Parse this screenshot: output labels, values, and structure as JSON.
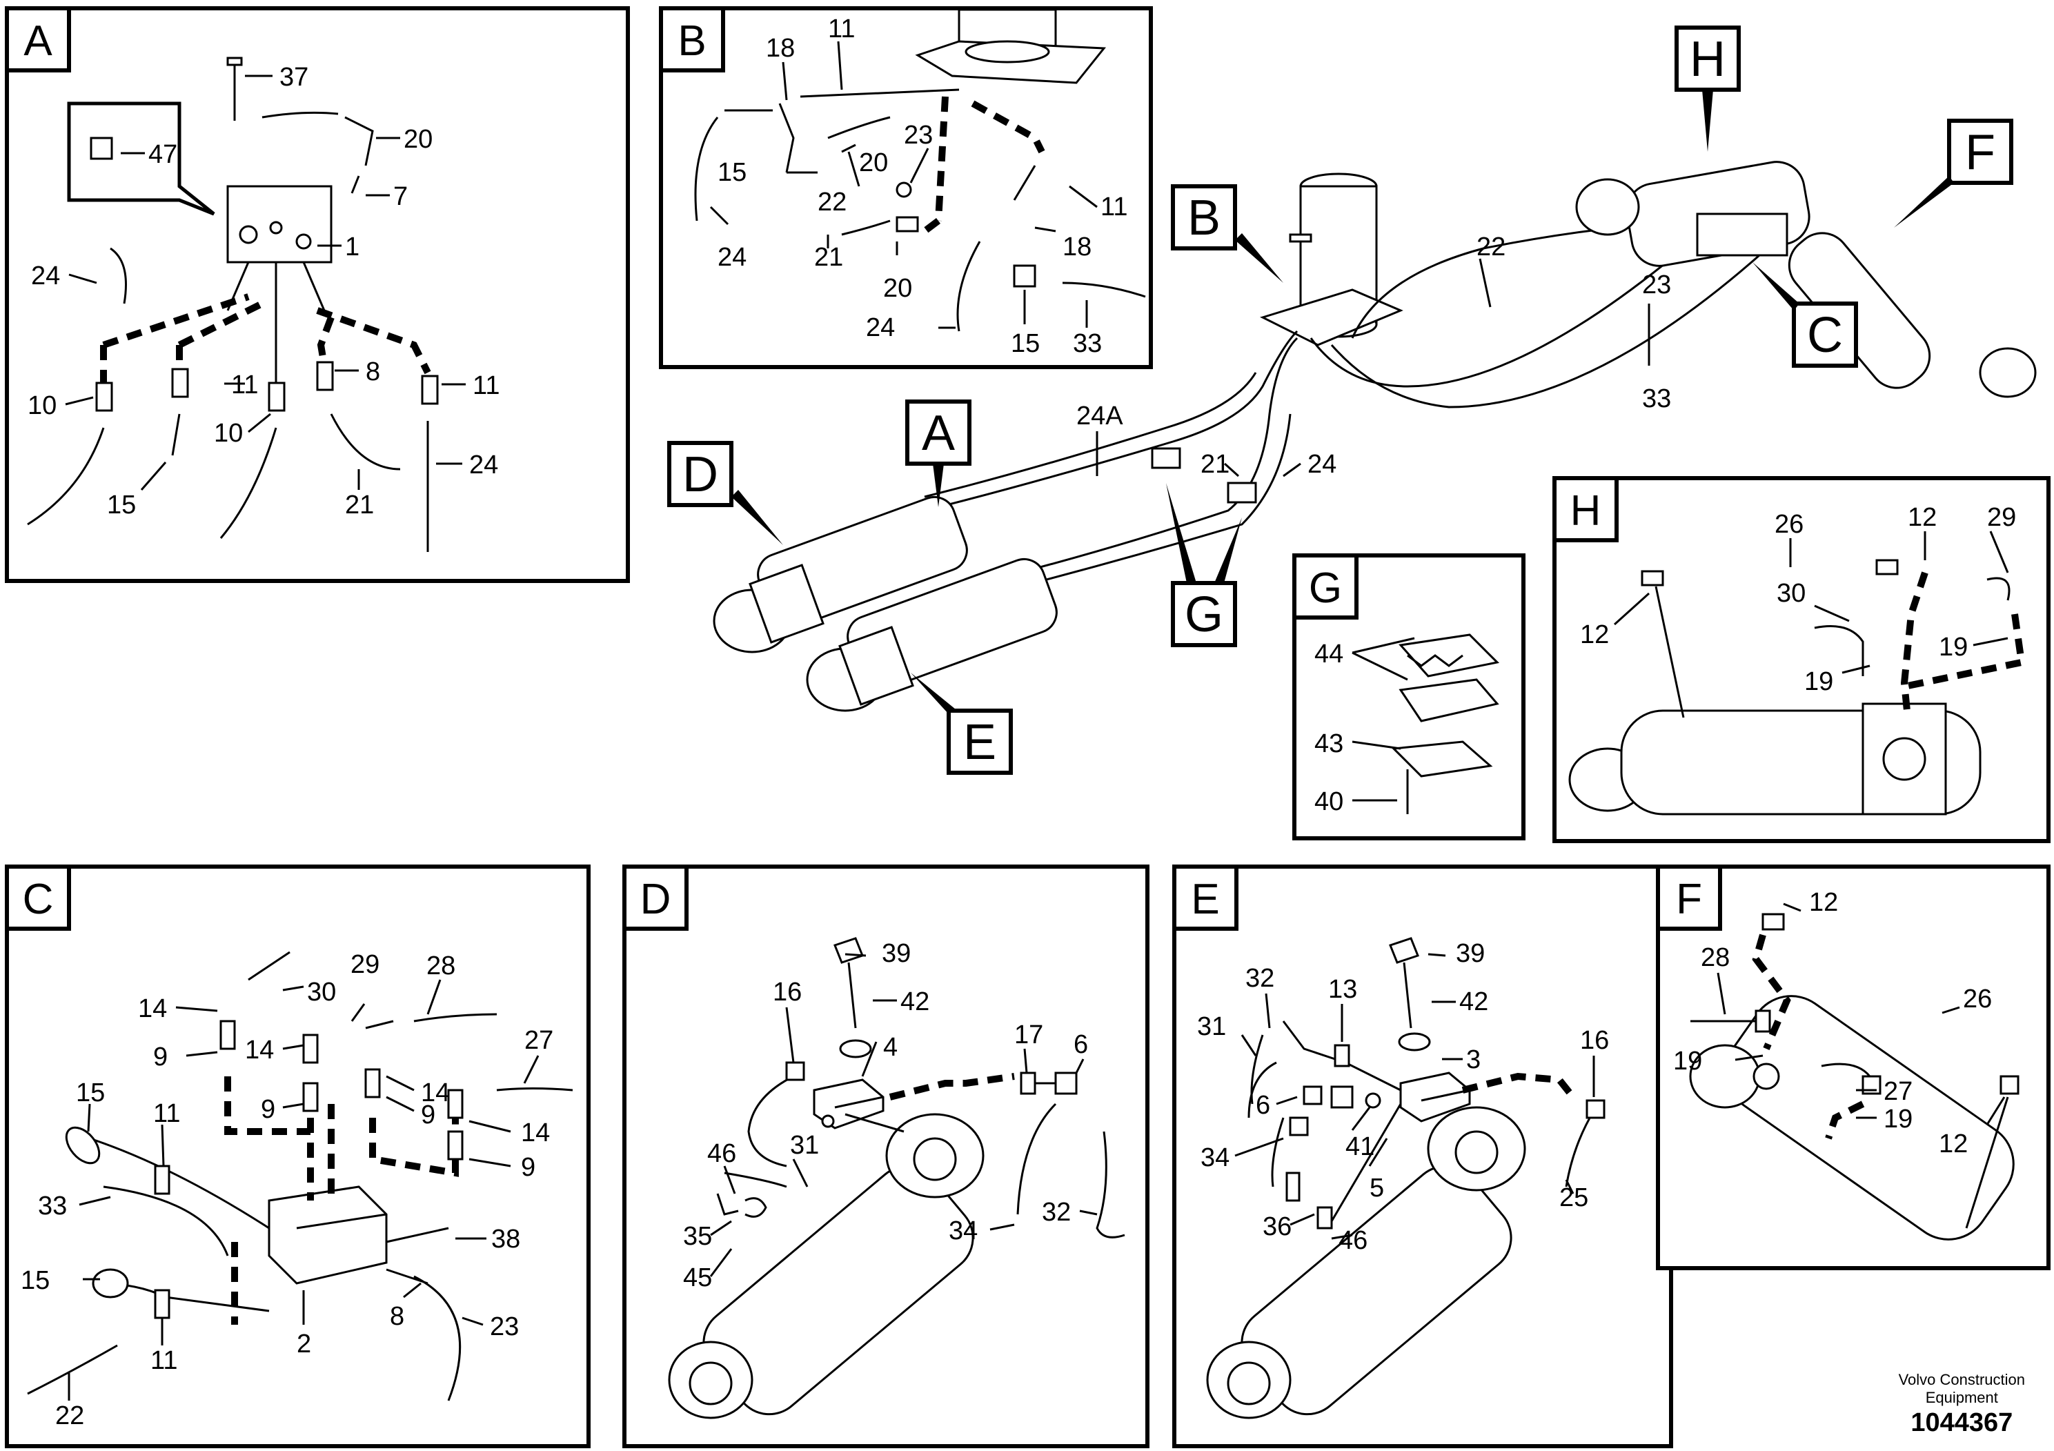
{
  "overview_labels": {
    "c22": "22",
    "c23": "23",
    "c33": "33",
    "c24A": "24A",
    "c21": "21",
    "c24": "24"
  },
  "callouts": {
    "A": "A",
    "B": "B",
    "C": "C",
    "D": "D",
    "E": "E",
    "F": "F",
    "G": "G",
    "H": "H"
  },
  "panel_A": {
    "letter": "A",
    "labels": {
      "l37": "37",
      "l47": "47",
      "l20": "20",
      "l7": "7",
      "l1": "1",
      "l24a": "24",
      "l10a": "10",
      "l11a": "11",
      "l10b": "10",
      "l8": "8",
      "l11b": "11",
      "l15": "15",
      "l21": "21",
      "l24b": "24"
    }
  },
  "panel_B": {
    "letter": "B",
    "labels": {
      "l18a": "18",
      "l11a": "11",
      "l23": "23",
      "l15a": "15",
      "l22": "22",
      "l20a": "20",
      "l11b": "11",
      "l18b": "18",
      "l24a": "24",
      "l21": "21",
      "l20b": "20",
      "l24b": "24",
      "l15b": "15",
      "l33": "33"
    }
  },
  "panel_G": {
    "letter": "G",
    "labels": {
      "l44": "44",
      "l43": "43",
      "l40": "40"
    }
  },
  "panel_H": {
    "letter": "H",
    "labels": {
      "l26": "26",
      "l12a": "12",
      "l29": "29",
      "l12b": "12",
      "l30": "30",
      "l19a": "19",
      "l19b": "19"
    }
  },
  "panel_C": {
    "letter": "C",
    "labels": {
      "l14a": "14",
      "l30": "30",
      "l29": "29",
      "l28": "28",
      "l27": "27",
      "l9a": "9",
      "l14b": "14",
      "l14c": "14",
      "l9b": "9",
      "l9c": "9",
      "l14d": "14",
      "l9d": "9",
      "l15a": "15",
      "l11a": "11",
      "l33": "33",
      "l38": "38",
      "l15b": "15",
      "l11b": "11",
      "l2": "2",
      "l8": "8",
      "l23": "23",
      "l22": "22"
    }
  },
  "panel_D": {
    "letter": "D",
    "labels": {
      "l39": "39",
      "l42": "42",
      "l16": "16",
      "l4": "4",
      "l17": "17",
      "l6": "6",
      "l31": "31",
      "l46": "46",
      "l35": "35",
      "l45": "45",
      "l34": "34",
      "l32": "32"
    }
  },
  "panel_E": {
    "letter": "E",
    "labels": {
      "l39": "39",
      "l32": "32",
      "l13": "13",
      "l42": "42",
      "l31": "31",
      "l3": "3",
      "l16": "16",
      "l6": "6",
      "l41": "41",
      "l34": "34",
      "l5": "5",
      "l25": "25",
      "l36": "36",
      "l46": "46"
    }
  },
  "panel_F": {
    "letter": "F",
    "labels": {
      "l12a": "12",
      "l28": "28",
      "l26": "26",
      "l19a": "19",
      "l27": "27",
      "l19b": "19",
      "l12b": "12"
    }
  },
  "footer": {
    "brand_line1": "Volvo Construction",
    "brand_line2": "Equipment",
    "doc_number": "1044367"
  }
}
